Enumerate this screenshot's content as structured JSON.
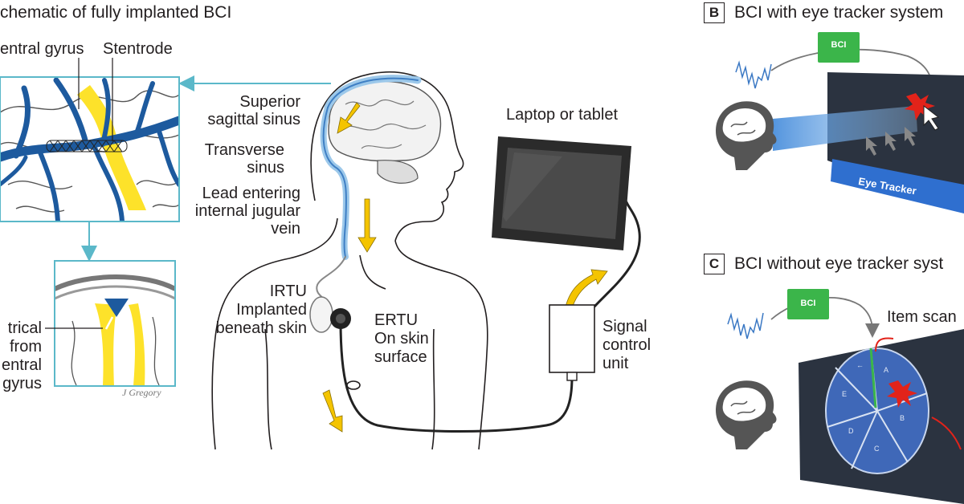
{
  "panel_a": {
    "title": "chematic of fully implanted BCI",
    "labels": {
      "central_gyrus": "entral gyrus",
      "stentrode": "Stentrode",
      "superior_sinus_1": "Superior",
      "superior_sinus_2": "sagittal sinus",
      "transverse_1": "Transverse",
      "transverse_2": "sinus",
      "lead_1": "Lead entering",
      "lead_2": "internal jugular",
      "lead_3": "vein",
      "laptop": "Laptop or tablet",
      "irtu_1": "IRTU",
      "irtu_2": "Implanted",
      "irtu_3": "beneath skin",
      "ertu_1": "ERTU",
      "ertu_2": "On skin",
      "ertu_3": "surface",
      "signal_1": "Signal",
      "signal_2": "control",
      "signal_3": "unit",
      "electrical_1": "trical",
      "electrical_2": "from",
      "electrical_3": "entral",
      "electrical_4": "gyrus",
      "signature": "J Gregory"
    }
  },
  "panel_b": {
    "letter": "B",
    "title": "BCI with eye tracker system",
    "bci_label": "BCI",
    "tracker_label": "Eye Tracker"
  },
  "panel_c": {
    "letter": "C",
    "title": "BCI without eye tracker syst",
    "bci_label": "BCI",
    "item_scan": "Item scan",
    "wheel_letters": [
      "A",
      "B",
      "C",
      "D",
      "E",
      "←"
    ]
  },
  "colors": {
    "vein_blue": "#1d5a9e",
    "gyrus_yellow": "#fde22a",
    "arrow_yellow": "#f4c400",
    "inset_border": "#5bb8c9",
    "bci_green": "#3bb54a",
    "screen_dark": "#2b3340",
    "tracker_blue": "#2f6fcf",
    "wheel_blue": "#3f68b8",
    "burst_red": "#e2231a"
  }
}
